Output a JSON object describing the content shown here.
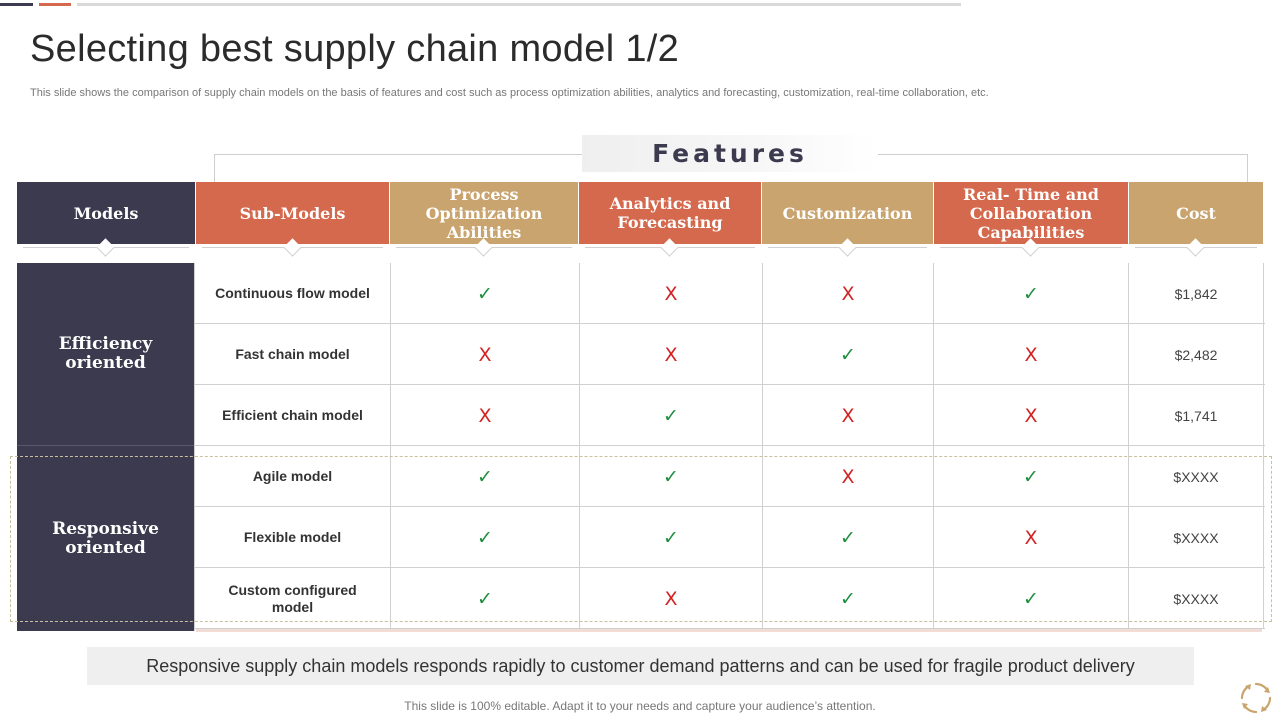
{
  "slide": {
    "title": "Selecting best supply chain model 1/2",
    "subtitle": "This slide shows the comparison of supply chain models on the basis of features and cost such as process optimization abilities, analytics and forecasting, customization, real-time collaboration, etc.",
    "features_label": "Features",
    "banner": "Responsive supply chain models responds rapidly to customer demand patterns and can be used for fragile product delivery",
    "footer_note": "This slide is 100% editable. Adapt it to your needs and capture your audience’s attention."
  },
  "colors": {
    "navy": "#3c3a4e",
    "coral": "#d4694e",
    "tan": "#c9a46e",
    "check_green": "#1e8e3e",
    "cross_red": "#d22222"
  },
  "marks": {
    "yes": "✓",
    "no": "X"
  },
  "table": {
    "headers": [
      {
        "label": "Models",
        "color": "#3c3a4e"
      },
      {
        "label": "Sub-Models",
        "color": "#d4694e"
      },
      {
        "label": "Process Optimization Abilities",
        "color": "#c9a46e"
      },
      {
        "label": "Analytics and Forecasting",
        "color": "#d4694e"
      },
      {
        "label": "Customization",
        "color": "#c9a46e"
      },
      {
        "label": "Real- Time and Collaboration Capabilities",
        "color": "#d4694e"
      },
      {
        "label": "Cost",
        "color": "#c9a46e"
      }
    ],
    "groups": [
      {
        "label": "Efficiency oriented"
      },
      {
        "label": "Responsive oriented"
      }
    ],
    "rows": [
      {
        "sub_model": "Continuous flow model",
        "process": true,
        "analytics": false,
        "customization": false,
        "realtime": true,
        "cost": "$1,842"
      },
      {
        "sub_model": "Fast chain model",
        "process": false,
        "analytics": false,
        "customization": true,
        "realtime": false,
        "cost": "$2,482"
      },
      {
        "sub_model": "Efficient chain model",
        "process": false,
        "analytics": true,
        "customization": false,
        "realtime": false,
        "cost": "$1,741"
      },
      {
        "sub_model": "Agile model",
        "process": true,
        "analytics": true,
        "customization": false,
        "realtime": true,
        "cost": "$XXXX"
      },
      {
        "sub_model": "Flexible model",
        "process": true,
        "analytics": true,
        "customization": true,
        "realtime": false,
        "cost": "$XXXX"
      },
      {
        "sub_model": "Custom configured model",
        "process": true,
        "analytics": false,
        "customization": true,
        "realtime": true,
        "cost": "$XXXX"
      }
    ]
  }
}
